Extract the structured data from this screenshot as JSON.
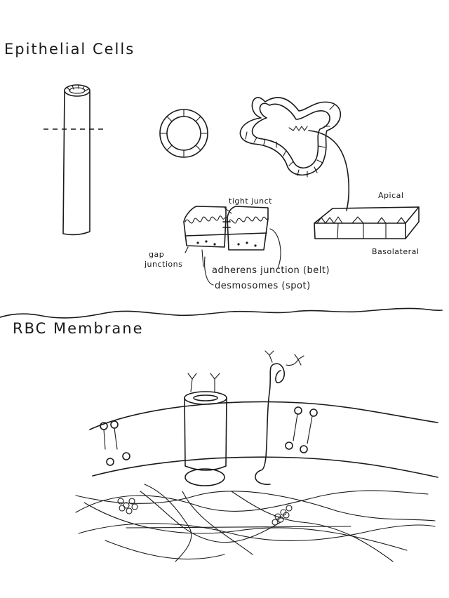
{
  "sections": {
    "epithelial_title": "Epithelial Cells",
    "rbc_title": "RBC Membrane"
  },
  "labels": {
    "tight_junct": "tight junct",
    "apical": "Apical",
    "basolateral": "Basolateral",
    "gap_junctions_1": "gap",
    "gap_junctions_2": "junctions",
    "adherens": "adherens junction (belt)",
    "desmosomes": "desmosomes (spot)"
  },
  "colors": {
    "ink": "#1a1a1a",
    "paper": "#ffffff"
  }
}
